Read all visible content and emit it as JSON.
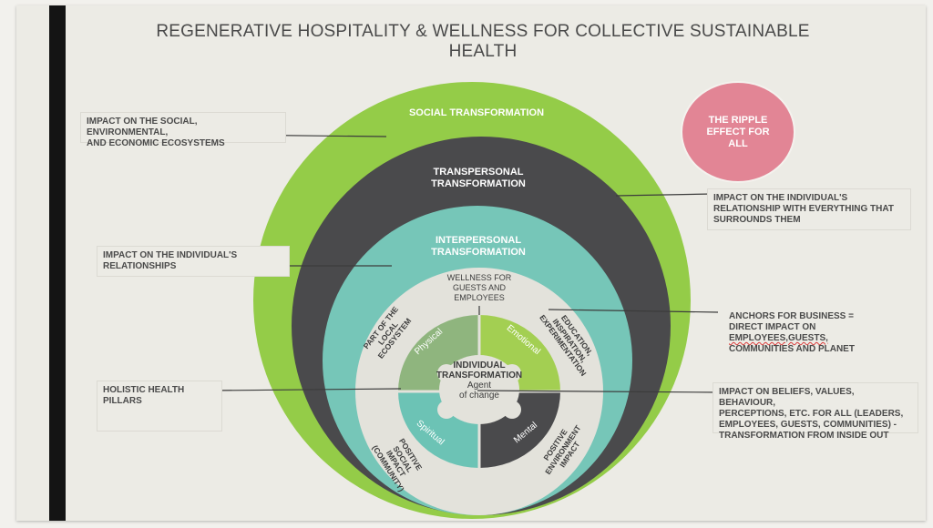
{
  "title": "REGENERATIVE HOSPITALITY & WELLNESS FOR COLLECTIVE SUSTAINABLE HEALTH",
  "rings": {
    "social": "SOCIAL TRANSFORMATION",
    "transpersonal_1": "TRANSPERSONAL",
    "transpersonal_2": "TRANSFORMATION",
    "interpersonal_1": "INTERPERSONAL",
    "interpersonal_2": "TRANSFORMATION"
  },
  "inner_ring": {
    "top_1": "WELLNESS FOR",
    "top_2": "GUESTS AND",
    "top_3": "EMPLOYEES",
    "left_1": "PART OF THE",
    "left_2": "LOCAL",
    "left_3": "ECOSYSTEM",
    "right_1": "EDUCATION,",
    "right_2": "INSPIRATION,",
    "right_3": "EXPERIMENTATION",
    "bottom_left_1": "POSITIVE",
    "bottom_left_2": "SOCIAL",
    "bottom_left_3": "IMPACT",
    "bottom_left_4": "(COMMUNITY)",
    "bottom_right_1": "POSITIVE",
    "bottom_right_2": "ENVIRONMENT",
    "bottom_right_3": "IMPACT"
  },
  "pillars": {
    "physical": "Physical",
    "emotional": "Emotional",
    "spiritual": "Spiritual",
    "mental": "Mental"
  },
  "center": {
    "line1": "INDIVIDUAL",
    "line2": "TRANSFORMATION",
    "line3": "Agent",
    "line4": "of change"
  },
  "ripple": {
    "line1": "THE RIPPLE",
    "line2": "EFFECT FOR",
    "line3": "ALL"
  },
  "notes": {
    "ecosystems_1": "IMPACT ON THE SOCIAL, ENVIRONMENTAL,",
    "ecosystems_2": "AND ECONOMIC ECOSYSTEMS",
    "relationship_1": "IMPACT ON THE INDIVIDUAL'S",
    "relationship_2": "RELATIONSHIP WITH EVERYTHING THAT",
    "relationship_3": "SURROUNDS THEM",
    "relationships_1": "IMPACT ON THE INDIVIDUAL'S",
    "relationships_2": "RELATIONSHIPS",
    "anchors_1": "ANCHORS FOR BUSINESS  =",
    "anchors_2": "DIRECT IMPACT ON",
    "anchors_3": "EMPLOYEES,GUESTS,",
    "anchors_4": "COMMUNITIES AND PLANET",
    "holistic_1": "HOLISTIC HEALTH",
    "holistic_2": "PILLARS",
    "beliefs_1": "IMPACT ON BELIEFS, VALUES, BEHAVIOUR,",
    "beliefs_2": "PERCEPTIONS, ETC. FOR ALL (LEADERS,",
    "beliefs_3": "EMPLOYEES, GUESTS, COMMUNITIES) -",
    "beliefs_4": "TRANSFORMATION FROM INSIDE OUT"
  },
  "colors": {
    "social": "#94cc48",
    "transpersonal": "#4a4a4c",
    "interpersonal": "#76c6b8",
    "inner_ring": "#e3e2db",
    "physical": "#8fb57e",
    "emotional": "#a3cf52",
    "spiritual": "#6cc3b5",
    "mental": "#4a4a4c",
    "ripple": "#e28595"
  }
}
